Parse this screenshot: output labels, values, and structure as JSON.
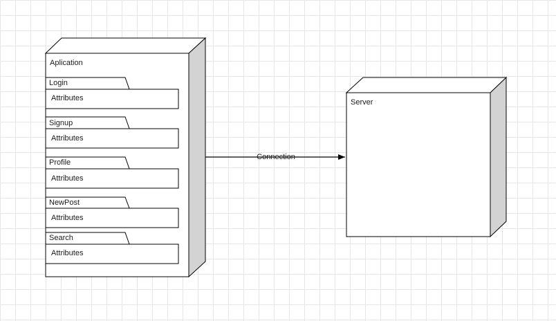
{
  "diagram": {
    "application_node": {
      "title": "Aplication",
      "components": [
        {
          "name": "Login",
          "body": "Attributes"
        },
        {
          "name": "Signup",
          "body": "Attributes"
        },
        {
          "name": "Profile",
          "body": "Attributes"
        },
        {
          "name": "NewPost",
          "body": "Attributes"
        },
        {
          "name": "Search",
          "body": "Attributes"
        }
      ]
    },
    "server_node": {
      "title": "Server"
    },
    "connection": {
      "label": "Connection",
      "from": "Aplication",
      "to": "Server"
    }
  },
  "colors": {
    "node_fill": "#ffffff",
    "node_side": "#d3d3d3",
    "stroke": "#000000",
    "grid": "#e6e6e6"
  }
}
